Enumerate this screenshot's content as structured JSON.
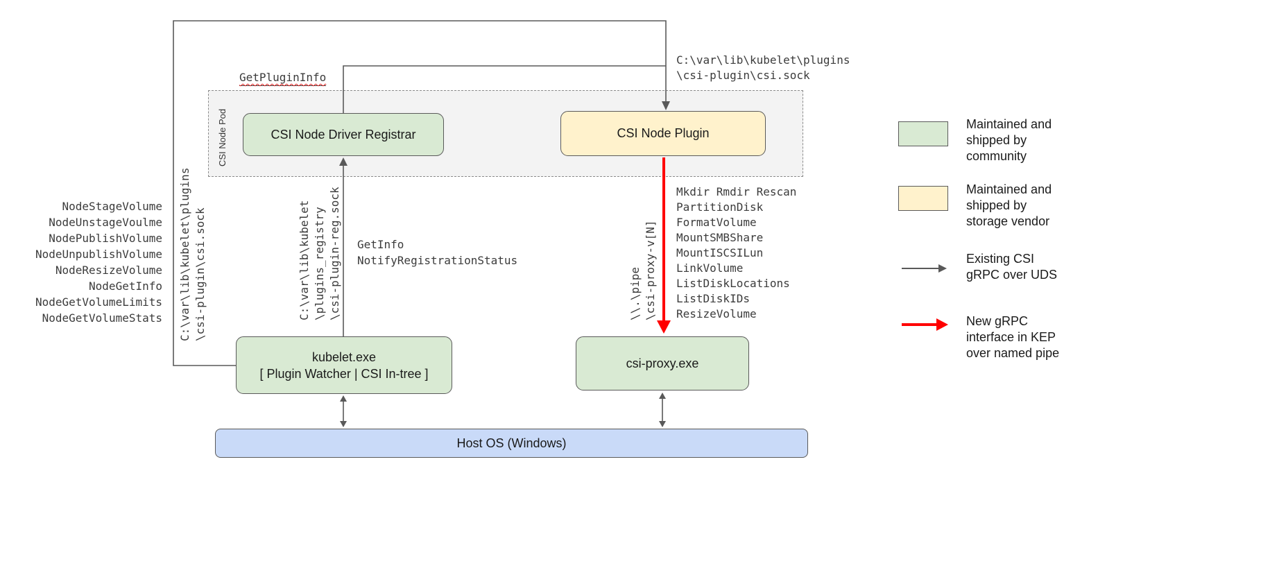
{
  "nodes": {
    "csi_node_pod": "CSI Node Pod",
    "registrar": "CSI Node Driver Registrar",
    "node_plugin": "CSI Node Plugin",
    "kubelet_line1": "kubelet.exe",
    "kubelet_line2": "[ Plugin Watcher | CSI In-tree ]",
    "csi_proxy": "csi-proxy.exe",
    "host_os": "Host OS (Windows)"
  },
  "edge_labels": {
    "get_plugin_info": "GetPluginInfo",
    "csi_sock_top_line1": "C:\\var\\lib\\kubelet\\plugins",
    "csi_sock_top_line2": "\\csi-plugin\\csi.sock",
    "csi_sock_side_line1": "C:\\var\\lib\\kubelet\\plugins",
    "csi_sock_side_line2": "\\csi-plugin\\csi.sock",
    "reg_sock_line1": "C:\\var\\lib\\kubelet",
    "reg_sock_line2": "\\plugins_registry",
    "reg_sock_line3": "\\csi-plugin-reg.sock",
    "get_info": "GetInfo",
    "notify_registration": "NotifyRegistrationStatus",
    "pipe_line1": "\\\\.\\pipe",
    "pipe_line2": "\\csi-proxy-v[N]"
  },
  "kubelet_node_apis": [
    "NodeStageVolume",
    "NodeUnstageVoulme",
    "NodePublishVolume",
    "NodeUnpublishVolume",
    "NodeResizeVolume",
    "NodeGetInfo",
    "NodeGetVolumeLimits",
    "NodeGetVolumeStats"
  ],
  "csi_proxy_apis": [
    "Mkdir Rmdir Rescan",
    "PartitionDisk",
    "FormatVolume",
    "MountSMBShare",
    "MountISCSILun",
    "LinkVolume",
    "ListDiskLocations",
    "ListDiskIDs",
    "ResizeVolume"
  ],
  "legend": {
    "community": "Maintained and shipped by community",
    "vendor": "Maintained and shipped by storage vendor",
    "uds_arrow": "Existing CSI gRPC over UDS",
    "pipe_arrow": "New gRPC interface in KEP over named pipe"
  },
  "colors": {
    "community_green": "#d9ead3",
    "vendor_yellow": "#fff2cc",
    "host_blue": "#c9daf8",
    "pod_gray": "#f3f3f3",
    "arrow_gray": "#595959",
    "arrow_red": "#ff0000"
  }
}
